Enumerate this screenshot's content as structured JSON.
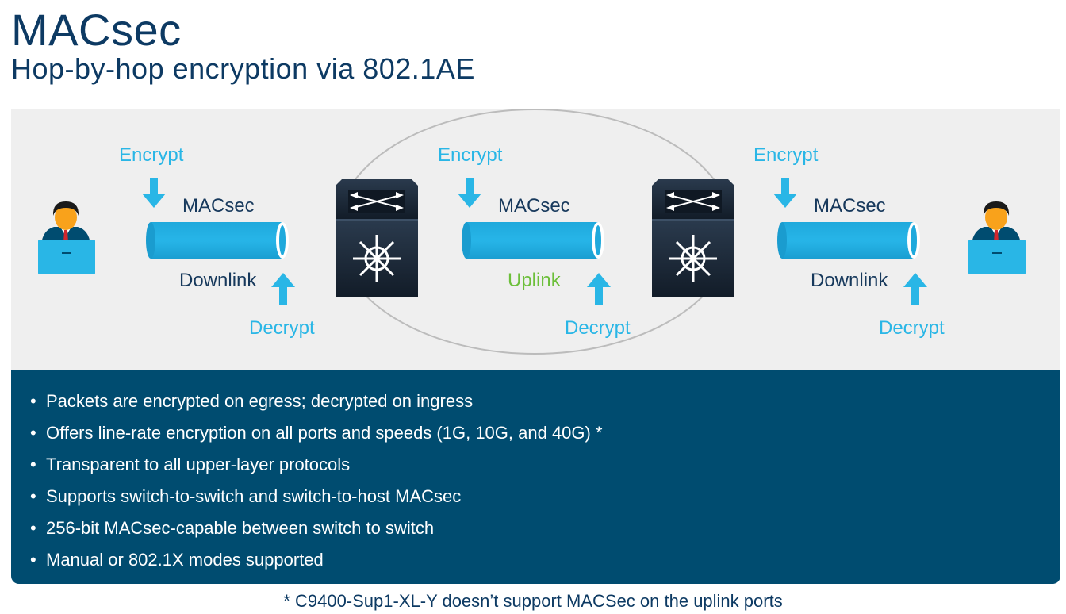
{
  "title": "MACsec",
  "subtitle": "Hop-by-hop encryption via 802.1AE",
  "diagram": {
    "segments": [
      {
        "encrypt": "Encrypt",
        "protocol": "MACsec",
        "link": "Downlink",
        "decrypt": "Decrypt"
      },
      {
        "encrypt": "Encrypt",
        "protocol": "MACsec",
        "link": "Uplink",
        "decrypt": "Decrypt"
      },
      {
        "encrypt": "Encrypt",
        "protocol": "MACsec",
        "link": "Downlink",
        "decrypt": "Decrypt"
      }
    ],
    "colors": {
      "cyan": "#29b6e6",
      "navy": "#17395c",
      "green": "#6cbf3a",
      "switch": "#1e2c3c"
    },
    "icons": [
      "user-laptop-icon",
      "switch-icon",
      "arrow-down-icon",
      "arrow-up-icon",
      "tunnel-icon"
    ]
  },
  "bullets": [
    "Packets are encrypted on egress; decrypted on ingress",
    "Offers line-rate encryption on all ports and speeds (1G, 10G, and 40G) *",
    "Transparent to all upper-layer protocols",
    "Supports switch-to-switch and switch-to-host MACsec",
    "256-bit MACsec-capable between switch to switch",
    "Manual or 802.1X modes supported"
  ],
  "bullet_char": "•",
  "footnote": "* C9400-Sup1-XL-Y doesn’t support MACSec on the uplink ports"
}
